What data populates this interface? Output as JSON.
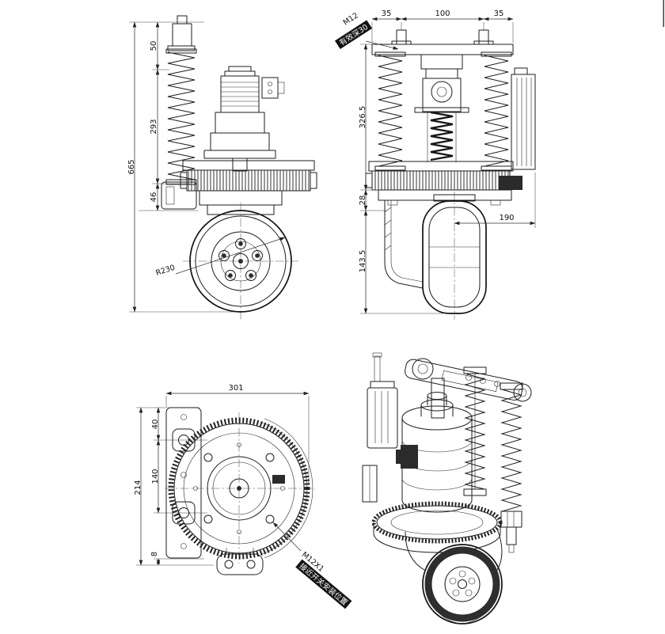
{
  "drawing": {
    "front_view": {
      "dim_cap_height": "50",
      "dim_spring_height": "293",
      "dim_overall_height": "665",
      "dim_gear_height": "46",
      "wheel_radius_label": "R230"
    },
    "side_view": {
      "dim_bolt_offset_left": "35",
      "dim_bolt_spacing": "100",
      "dim_bolt_offset_right": "35",
      "thread_label": "M12",
      "thread_depth_note": "有效深30",
      "dim_upper_height": "326.5",
      "dim_gear_band_height": "28",
      "dim_lower_height": "143.5",
      "dim_side_width": "190"
    },
    "top_view": {
      "dim_overall_width": "301",
      "dim_plate_top_offset": "40",
      "dim_plate_height": "214",
      "dim_hole_spacing": "140",
      "dim_plate_bottom_offset": "8",
      "thread_label": "M12X1",
      "proximity_note": "接近开关安装位置"
    }
  }
}
